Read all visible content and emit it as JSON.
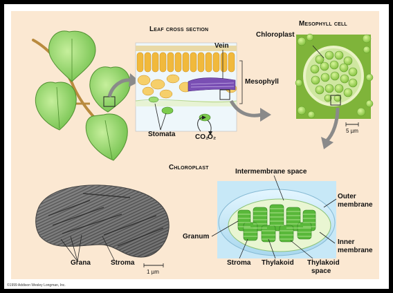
{
  "titles": {
    "leaf_cross_section": "Leaf cross section",
    "mesophyll_cell": "Mesophyll cell",
    "chloroplast": "Chloroplast"
  },
  "labels": {
    "vein": "Vein",
    "mesophyll": "Mesophyll",
    "stomata": "Stomata",
    "co2": "CO₂",
    "o2": "O₂",
    "chloroplast": "Chloroplast",
    "scale_5um": "5 µm",
    "intermembrane_space": "Intermembrane space",
    "outer_membrane_1": "Outer",
    "outer_membrane_2": "membrane",
    "granum": "Granum",
    "inner_membrane_1": "Inner",
    "inner_membrane_2": "membrane",
    "stroma_3d": "Stroma",
    "thylakoid": "Thylakoid",
    "thylakoid_space_1": "Thylakoid",
    "thylakoid_space_2": "space",
    "grana": "Grana",
    "stroma_em": "Stroma",
    "scale_1um": "1 µm"
  },
  "copyright": "©1999 Addison Wesley Longman, Inc.",
  "colors": {
    "background": "#fbe8d2",
    "leaf": "#8fd36a",
    "arrow": "#8a8a8a"
  }
}
